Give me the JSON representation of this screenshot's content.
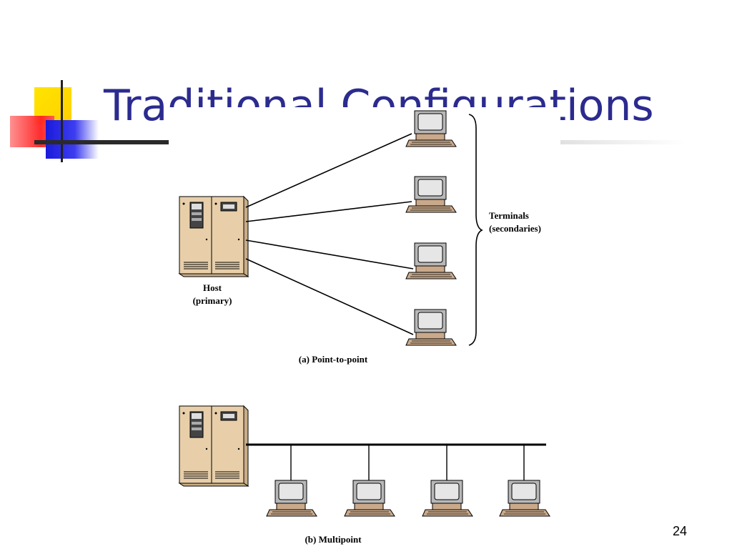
{
  "slide": {
    "title": "Traditional Configurations",
    "number": "24"
  },
  "diagram": {
    "point_to_point": {
      "host_label_1": "Host",
      "host_label_2": "(primary)",
      "terminals_label_1": "Terminals",
      "terminals_label_2": "(secondaries)",
      "caption": "(a) Point-to-point"
    },
    "multipoint": {
      "caption": "(b) Multipoint"
    }
  },
  "colors": {
    "title": "#2b2b8f",
    "cabinet": "#e8cfaa",
    "terminal_base": "#c9a98a",
    "screen": "#c8c8c8",
    "deco_yellow": "#ffd700",
    "deco_red": "#ff3333",
    "deco_blue": "#2222dd"
  }
}
